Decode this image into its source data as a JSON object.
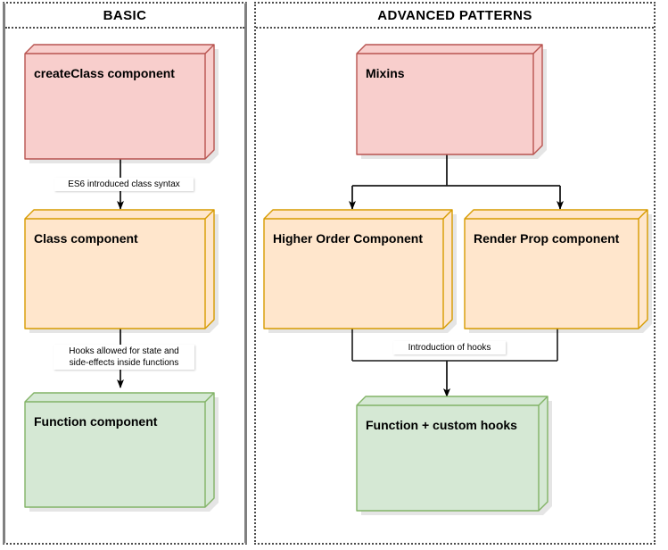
{
  "diagram": {
    "panels": [
      {
        "id": "basic",
        "title": "BASIC"
      },
      {
        "id": "advanced",
        "title": "ADVANCED PATTERNS"
      }
    ],
    "nodes": [
      {
        "id": "create-class-component",
        "label": "createClass component",
        "panel": "basic",
        "fill": "#f8cecc",
        "stroke": "#b85450"
      },
      {
        "id": "class-component",
        "label": "Class component",
        "panel": "basic",
        "fill": "#ffe6cc",
        "stroke": "#d79b00"
      },
      {
        "id": "function-component",
        "label": "Function component",
        "panel": "basic",
        "fill": "#d5e8d4",
        "stroke": "#82b366"
      },
      {
        "id": "mixins",
        "label": "Mixins",
        "panel": "advanced",
        "fill": "#f8cecc",
        "stroke": "#b85450"
      },
      {
        "id": "higher-order-component",
        "label": "Higher Order Component",
        "panel": "advanced",
        "fill": "#ffe6cc",
        "stroke": "#d79b00"
      },
      {
        "id": "render-prop-component",
        "label": "Render Prop component",
        "panel": "advanced",
        "fill": "#ffe6cc",
        "stroke": "#d79b00"
      },
      {
        "id": "function-custom-hooks",
        "label": "Function + custom hooks",
        "panel": "advanced",
        "fill": "#d5e8d4",
        "stroke": "#82b366"
      }
    ],
    "edges": [
      {
        "id": "edge-createclass-to-class",
        "from": "create-class-component",
        "to": "class-component",
        "label": "ES6 introduced class syntax"
      },
      {
        "id": "edge-class-to-function",
        "from": "class-component",
        "to": "function-component",
        "label": "Hooks allowed for state and\nside-effects inside functions"
      },
      {
        "id": "edge-mixins-to-hoc",
        "from": "mixins",
        "to": "higher-order-component",
        "label": ""
      },
      {
        "id": "edge-mixins-to-renderprop",
        "from": "mixins",
        "to": "render-prop-component",
        "label": ""
      },
      {
        "id": "edge-patterns-to-hooks",
        "from": "higher-order-component, render-prop-component",
        "to": "function-custom-hooks",
        "label": "Introduction of hooks"
      }
    ],
    "colors": {
      "pink_fill": "#f8cecc",
      "pink_stroke": "#b85450",
      "orange_fill": "#ffe6cc",
      "orange_stroke": "#d79b00",
      "green_fill": "#d5e8d4",
      "green_stroke": "#82b366",
      "panel_border": "#4d4d4d",
      "panel_side_border": "#808080",
      "connector": "#000000",
      "background": "#ffffff"
    }
  }
}
